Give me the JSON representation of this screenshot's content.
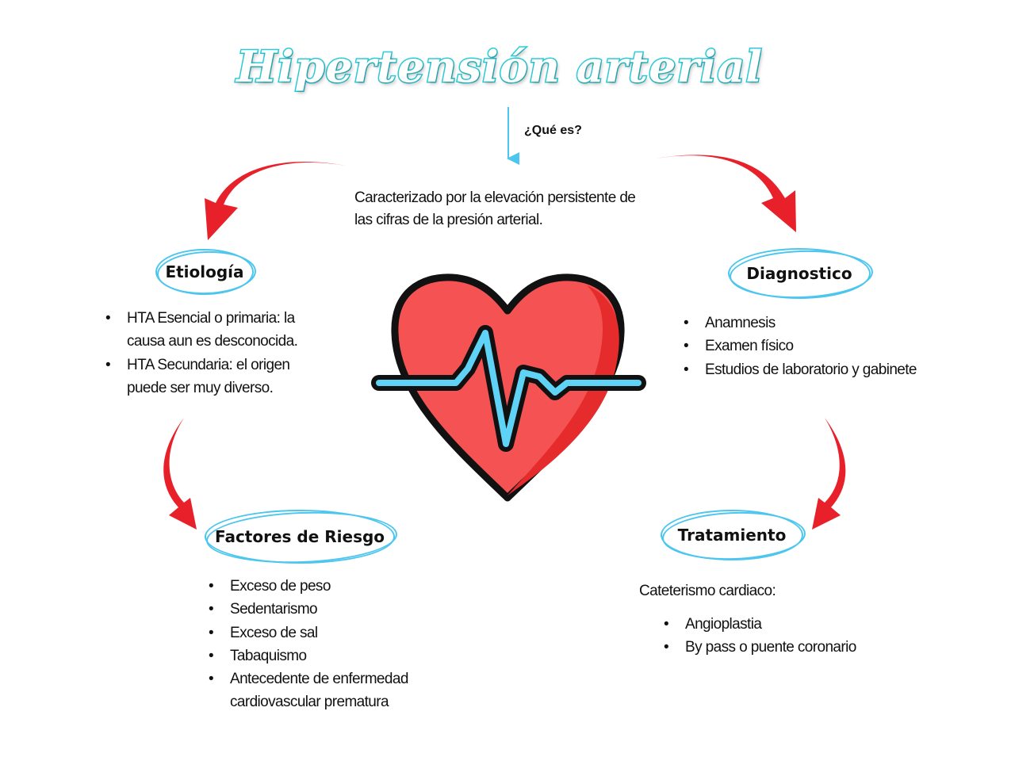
{
  "title": "Hipertensión arterial",
  "question": "¿Qué es?",
  "definition": {
    "line1": "Caracterizado por la elevación persistente de",
    "line2": "las cifras de la presión arterial."
  },
  "etiologia": {
    "heading": "Etiología",
    "items": [
      {
        "l1": "HTA Esencial o primaria: la",
        "l2": "causa aun es desconocida."
      },
      {
        "l1": "HTA Secundaria: el origen",
        "l2": "puede ser muy diverso."
      }
    ]
  },
  "diagnostico": {
    "heading": "Diagnostico",
    "items": [
      "Anamnesis",
      "Examen físico",
      "Estudios de laboratorio y gabinete"
    ]
  },
  "factores": {
    "heading": "Factores de Riesgo",
    "items": [
      "Exceso de peso",
      "Sedentarismo",
      "Exceso de sal",
      "Tabaquismo",
      "Antecedente de enfermedad",
      "cardiovascular prematura"
    ]
  },
  "tratamiento": {
    "heading": "Tratamiento",
    "intro": "Cateterismo cardiaco:",
    "items": [
      "Angioplastia",
      "By pass o puente coronario"
    ]
  },
  "bullet": "•",
  "colors": {
    "title": "#2ccdd8",
    "arrow": "#e8202a",
    "ellipse": "#4cc6ee",
    "heart": "#f55353",
    "ecg": "#5fd3f5"
  }
}
